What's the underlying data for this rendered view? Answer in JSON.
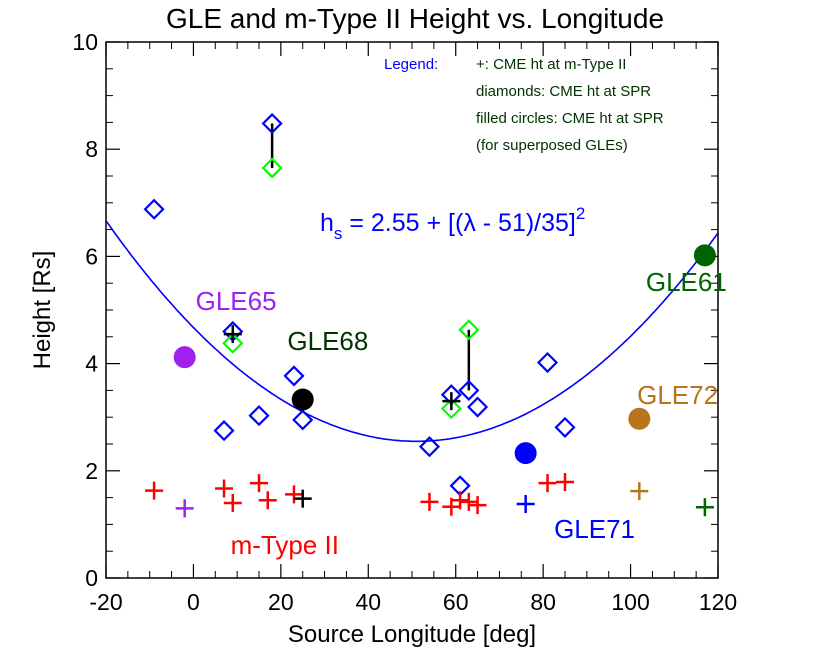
{
  "chart_data": {
    "type": "scatter",
    "title": "GLE and m-Type II Height vs. Longitude",
    "xlabel": "Source Longitude [deg]",
    "ylabel": "Height [Rs]",
    "xlim": [
      -20,
      120
    ],
    "ylim": [
      0,
      10
    ],
    "x_ticks": [
      -20,
      0,
      20,
      40,
      60,
      80,
      100,
      120
    ],
    "y_ticks": [
      0,
      2,
      4,
      6,
      8,
      10
    ],
    "grid": false,
    "legend": {
      "placement": "top-right",
      "heading": "Legend:",
      "lines": [
        "+: CME ht at m-Type II",
        "diamonds: CME ht at SPR",
        "filled circles: CME ht at SPR",
        "(for superposed GLEs)"
      ]
    },
    "formula": {
      "text_main": "h",
      "text_sub": "s",
      "text_rest": " = 2.55 + [(λ - 51)/35]",
      "text_sup": "2",
      "h0": 2.55,
      "lon0": 51,
      "scale": 35
    },
    "annotations": [
      {
        "text": "GLE65",
        "x": 0.5,
        "y": 5.0,
        "color": "#a020f0"
      },
      {
        "text": "GLE68",
        "x": 21.5,
        "y": 4.25,
        "color": "#003300"
      },
      {
        "text": "GLE61",
        "x": 103.5,
        "y": 5.35,
        "color": "#006400"
      },
      {
        "text": "GLE72",
        "x": 101.5,
        "y": 3.25,
        "color": "#b8741a"
      },
      {
        "text": "GLE71",
        "x": 82.5,
        "y": 0.75,
        "color": "#0000ff"
      },
      {
        "text": "m-Type II",
        "x": 8.5,
        "y": 0.45,
        "color": "#ff0000"
      }
    ],
    "series": [
      {
        "marker": "diamond",
        "color": "#0000ff",
        "points": [
          [
            -9,
            6.88
          ],
          [
            18,
            8.48
          ],
          [
            9,
            4.6
          ],
          [
            7,
            2.75
          ],
          [
            15,
            3.03
          ],
          [
            23,
            3.77
          ],
          [
            25,
            2.95
          ],
          [
            54,
            2.45
          ],
          [
            59,
            3.42
          ],
          [
            61,
            1.72
          ],
          [
            63,
            3.5
          ],
          [
            65,
            3.19
          ],
          [
            81,
            4.02
          ],
          [
            85,
            2.81
          ]
        ]
      },
      {
        "marker": "diamond",
        "color": "#00ff00",
        "points": [
          [
            18,
            7.65
          ],
          [
            9,
            4.38
          ],
          [
            59,
            3.16
          ],
          [
            63,
            4.63
          ]
        ]
      },
      {
        "marker": "plus",
        "color": "#ff0000",
        "points": [
          [
            -9,
            1.63
          ],
          [
            7,
            1.67
          ],
          [
            9,
            1.4
          ],
          [
            15,
            1.77
          ],
          [
            17,
            1.45
          ],
          [
            23,
            1.56
          ],
          [
            54,
            1.42
          ],
          [
            59,
            1.33
          ],
          [
            61,
            1.45
          ],
          [
            63,
            1.42
          ],
          [
            65,
            1.36
          ],
          [
            81,
            1.77
          ],
          [
            85,
            1.79
          ]
        ]
      },
      {
        "marker": "plus",
        "color": "#000000",
        "points": [
          [
            25,
            1.48
          ],
          [
            9,
            4.55
          ],
          [
            59,
            3.3
          ]
        ]
      },
      {
        "marker": "plus",
        "color": "#a020f0",
        "points": [
          [
            -2,
            1.3
          ]
        ]
      },
      {
        "marker": "plus",
        "color": "#0000ff",
        "points": [
          [
            76,
            1.38
          ]
        ]
      },
      {
        "marker": "plus",
        "color": "#b8741a",
        "points": [
          [
            102,
            1.62
          ]
        ]
      },
      {
        "marker": "plus",
        "color": "#006400",
        "points": [
          [
            117,
            1.32
          ]
        ]
      },
      {
        "marker": "circle",
        "color": "#a020f0",
        "points": [
          [
            -2,
            4.12
          ]
        ]
      },
      {
        "marker": "circle",
        "color": "#000000",
        "points": [
          [
            25,
            3.33
          ]
        ]
      },
      {
        "marker": "circle",
        "color": "#0000ff",
        "points": [
          [
            76,
            2.33
          ]
        ]
      },
      {
        "marker": "circle",
        "color": "#b8741a",
        "points": [
          [
            102,
            2.97
          ]
        ]
      },
      {
        "marker": "circle",
        "color": "#006400",
        "points": [
          [
            117,
            6.02
          ]
        ]
      }
    ],
    "connectors": [
      {
        "x": 18,
        "y1": 7.65,
        "y2": 8.48,
        "color": "#000000"
      },
      {
        "x": 63,
        "y1": 3.5,
        "y2": 4.63,
        "color": "#000000"
      }
    ],
    "colors": {
      "axes": "#000000",
      "curve": "#0000ff",
      "legend_heading": "#0000ff",
      "legend_text": "#003300",
      "formula": "#0000ff"
    }
  }
}
